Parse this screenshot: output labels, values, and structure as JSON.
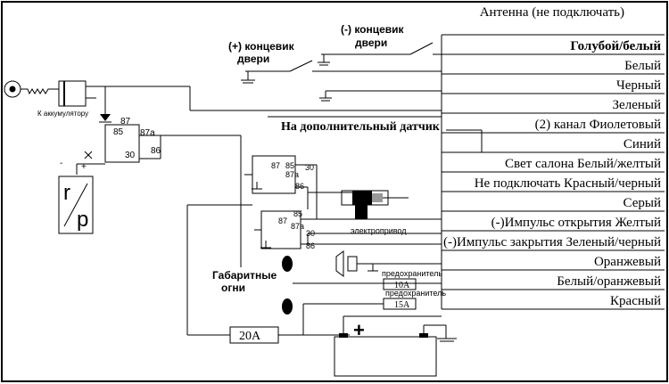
{
  "wire_labels": [
    {
      "text": "Антенна (не подключать)",
      "bold": false
    },
    {
      "text": "Голубой/белый",
      "bold": true
    },
    {
      "text": "Белый",
      "bold": false
    },
    {
      "text": "Черный",
      "bold": false
    },
    {
      "text": "Зеленый",
      "bold": false
    },
    {
      "text": "(2) канал  Фиолетовый",
      "bold": false
    },
    {
      "text": "Синий",
      "bold": false
    },
    {
      "text": "Свет салона Белый/желтый",
      "bold": false
    },
    {
      "text": "Не подключать  Красный/черный",
      "bold": false
    },
    {
      "text": "Серый",
      "bold": false
    },
    {
      "text": "(-)Импульс открытия   Желтый",
      "bold": false
    },
    {
      "text": "(-)Импульс закрытия  Зеленый/черный",
      "bold": false
    },
    {
      "text": "Оранжевый",
      "bold": false
    },
    {
      "text": "Белый/оранжевый",
      "bold": false
    },
    {
      "text": "Красный",
      "bold": false
    }
  ],
  "door_switch_plus": [
    "(+) концевик",
    "двери"
  ],
  "door_switch_minus": [
    "(-) концевик",
    "двери"
  ],
  "extra_sensor": "На дополнительный датчик",
  "battery_label": "К аккумулятору",
  "relay_main": {
    "p87": "87",
    "p85": "85",
    "p87a": "87a",
    "p30": "30",
    "p86": "86"
  },
  "relay_open": {
    "p87": "87",
    "p85": "85",
    "p87a": "87a",
    "p30": "30",
    "p86": "86"
  },
  "relay_close": {
    "p87": "87",
    "p85": "85",
    "p87a": "87a",
    "p30": "30",
    "p86": "86"
  },
  "switch_letters": {
    "top": "r",
    "bottom": "p"
  },
  "actuator_label": "электропривод",
  "side_lights": [
    "Габаритные",
    "огни"
  ],
  "fuse_label_1": "предохранитель",
  "fuse_value_1": "10A",
  "fuse_label_2": "предохранитель",
  "fuse_value_2": "15A",
  "fuse_main": "20A",
  "battery_plus": "+",
  "colors": {
    "ink": "#000000",
    "background": "#ffffff"
  }
}
